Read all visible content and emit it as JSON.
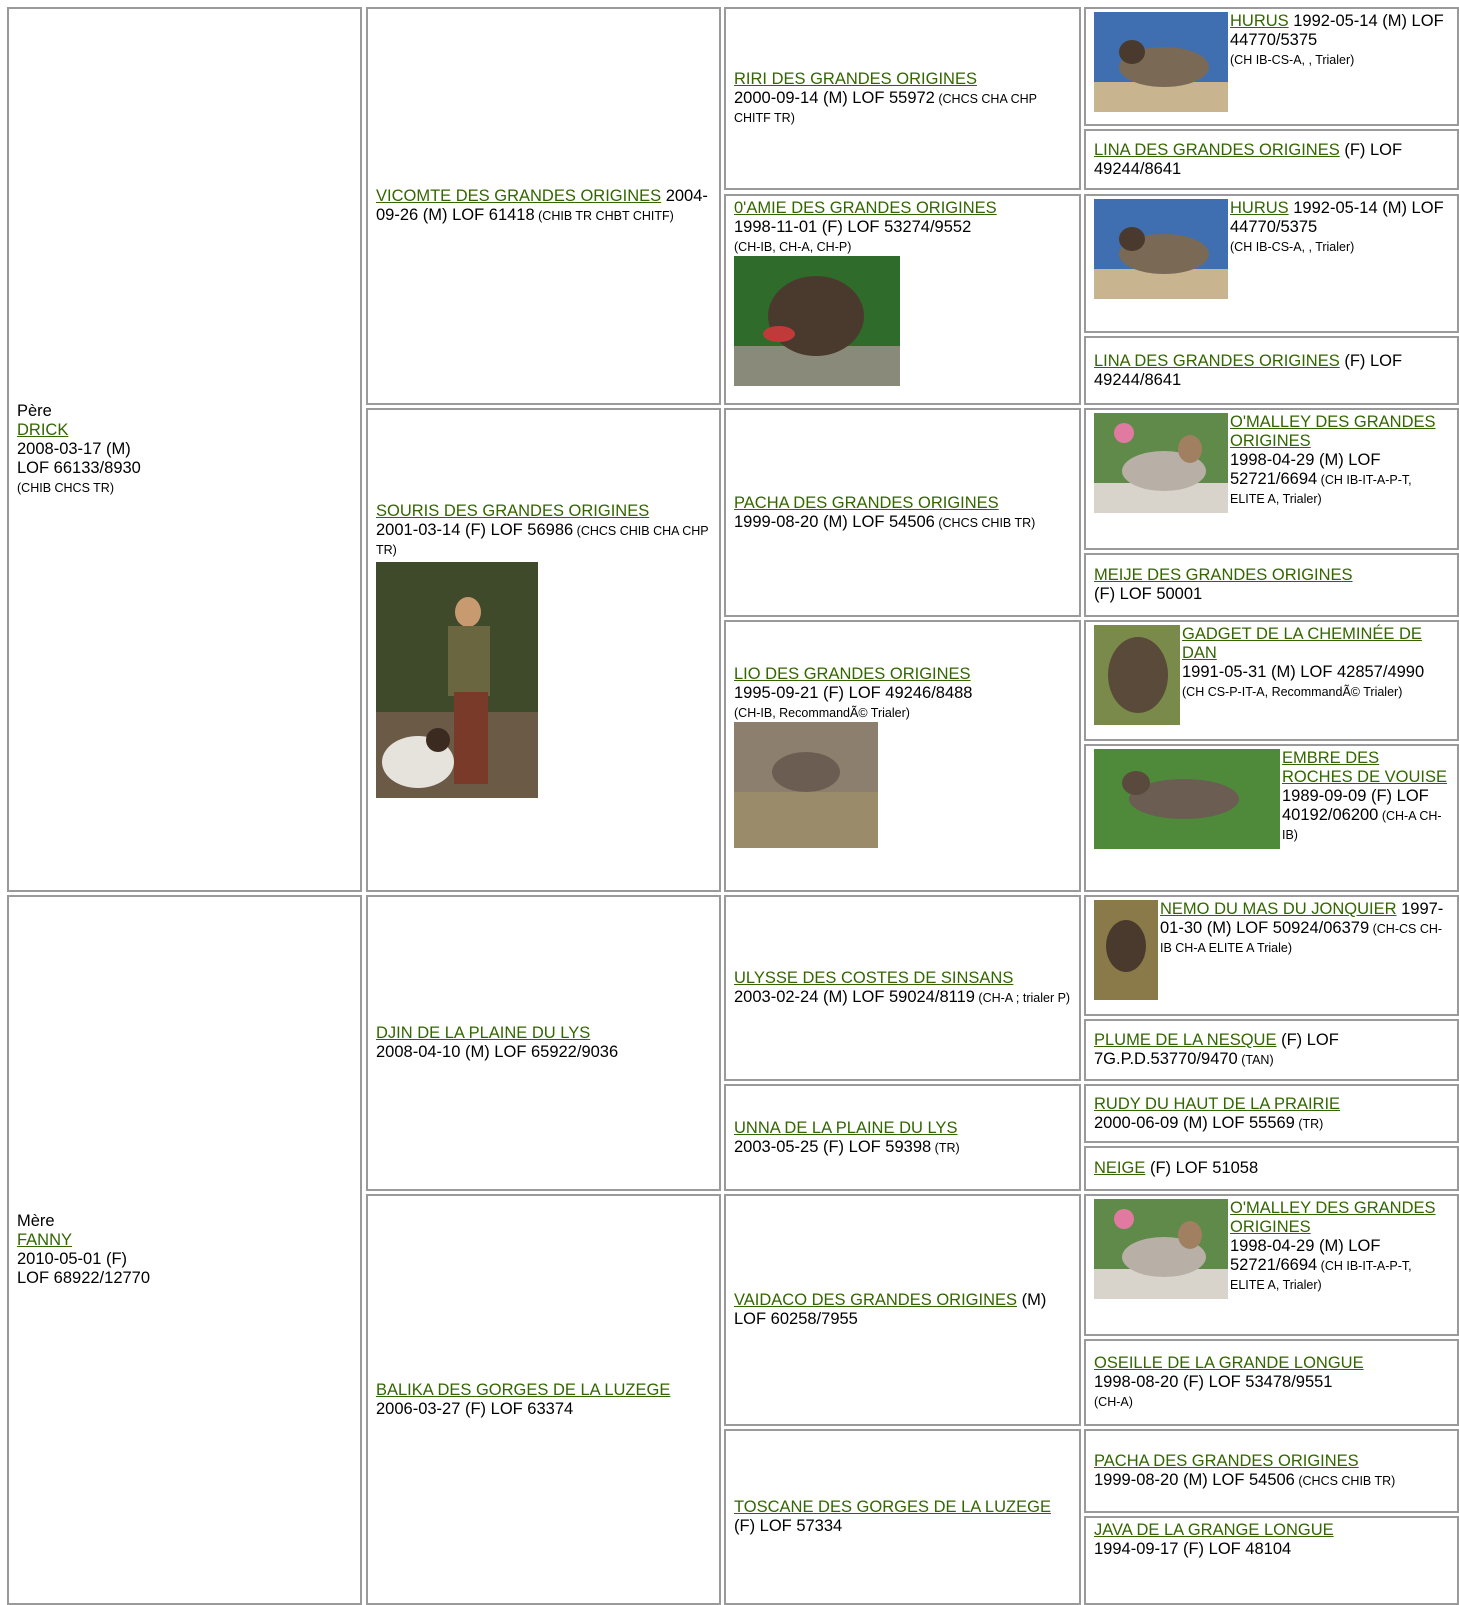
{
  "pere": {
    "role": "Père",
    "name": "DRICK",
    "date": "2008-03-17 (M)",
    "reg": "LOF 66133/8930",
    "titles": "(CHIB CHCS TR)"
  },
  "mere": {
    "role": "Mère",
    "name": "FANNY",
    "date": "2010-05-01 (F)",
    "reg": "LOF 68922/12770"
  },
  "g2": [
    {
      "name": "VICOMTE DES GRANDES ORIGINES",
      "info": " 2004-09-26 (M) LOF 61418",
      "titles": " (CHIB TR CHBT CHITF)"
    },
    {
      "name": "SOURIS DES GRANDES ORIGINES",
      "info": "2001-03-14 (F) LOF 56986",
      "titles": " (CHCS CHIB CHA CHP TR)"
    },
    {
      "name": "DJIN DE LA PLAINE DU LYS",
      "info": "2008-04-10 (M) LOF 65922/9036",
      "titles": ""
    },
    {
      "name": "BALIKA DES GORGES DE LA LUZEGE",
      "info": " 2006-03-27 (F) LOF 63374",
      "titles": ""
    }
  ],
  "g3": [
    {
      "name": "RIRI DES GRANDES ORIGINES",
      "info": "2000-09-14 (M) LOF 55972",
      "titles": " (CHCS CHA CHP CHITF TR)"
    },
    {
      "name": "0'AMIE DES GRANDES ORIGINES",
      "info": "1998-11-01 (F) LOF 53274/9552",
      "titles": "(CH-IB, CH-A, CH-P)"
    },
    {
      "name": "PACHA DES GRANDES ORIGINES",
      "info": "1999-08-20 (M) LOF 54506",
      "titles": " (CHCS CHIB TR)"
    },
    {
      "name": "LIO DES GRANDES ORIGINES",
      "info": "1995-09-21 (F) LOF 49246/8488",
      "titles": "(CH-IB, RecommandÃ© Trialer)"
    },
    {
      "name": "ULYSSE DES COSTES DE SINSANS",
      "info": "2003-02-24 (M) LOF 59024/8119",
      "titles": " (CH-A ; trialer P)"
    },
    {
      "name": "UNNA DE LA PLAINE DU LYS",
      "info": "2003-05-25 (F) LOF 59398",
      "titles": " (TR)"
    },
    {
      "name": "VAIDACO DES GRANDES ORIGINES",
      "info": " (M) LOF 60258/7955",
      "titles": ""
    },
    {
      "name": "TOSCANE DES GORGES DE LA LUZEGE",
      "info": " (F) LOF 57334",
      "titles": ""
    }
  ],
  "g4": [
    {
      "name": "HURUS",
      "info": " 1992-05-14 (M) LOF 44770/5375",
      "titles": "(CH IB-CS-A, , Trialer)",
      "photo": "dog-photo"
    },
    {
      "name": "LINA DES GRANDES ORIGINES",
      "info": " (F) LOF 49244/8641",
      "titles": ""
    },
    {
      "name": "HURUS",
      "info": " 1992-05-14 (M) LOF 44770/5375",
      "titles": "(CH IB-CS-A, , Trialer)",
      "photo": "dog-photo"
    },
    {
      "name": "LINA DES GRANDES ORIGINES",
      "info": " (F) LOF 49244/8641",
      "titles": ""
    },
    {
      "name": "O'MALLEY DES GRANDES ORIGINES",
      "info": "1998-04-29 (M) LOF 52721/6694",
      "titles": " (CH IB-IT-A-P-T, ELITE A, Trialer)",
      "photo": "dog-photo"
    },
    {
      "name": "MEIJE DES GRANDES ORIGINES",
      "info": "(F) LOF 50001",
      "titles": ""
    },
    {
      "name": "GADGET DE LA CHEMINÉE DE DAN",
      "info": "1991-05-31 (M) LOF 42857/4990",
      "titles": " (CH CS-P-IT-A, RecommandÃ© Trialer)",
      "photo": "dog-photo"
    },
    {
      "name": "EMBRE DES ROCHES DE VOUISE",
      "info": "1989-09-09 (F) LOF 40192/06200",
      "titles": " (CH-A CH-IB)",
      "photo": "dog-photo"
    },
    {
      "name": "NEMO DU MAS DU JONQUIER",
      "info": " 1997-01-30 (M) LOF 50924/06379",
      "titles": " (CH-CS CH-IB CH-A ELITE A Triale)",
      "photo": "dog-photo"
    },
    {
      "name": "PLUME DE LA NESQUE",
      "info": " (F) LOF 7G.P.D.53770/9470",
      "titles": " (TAN)"
    },
    {
      "name": "RUDY DU HAUT DE LA PRAIRIE",
      "info": "2000-06-09 (M) LOF 55569",
      "titles": " (TR)"
    },
    {
      "name": "NEIGE",
      "info": " (F) LOF 51058",
      "titles": ""
    },
    {
      "name": "O'MALLEY DES GRANDES ORIGINES",
      "info": "1998-04-29 (M) LOF 52721/6694",
      "titles": " (CH IB-IT-A-P-T, ELITE A, Trialer)",
      "photo": "dog-photo"
    },
    {
      "name": "OSEILLE DE LA GRANDE LONGUE",
      "info": "1998-08-20 (F) LOF 53478/9551",
      "titles": " (CH-A)"
    },
    {
      "name": "PACHA DES GRANDES ORIGINES",
      "info": "1999-08-20 (M) LOF 54506",
      "titles": " (CHCS CHIB TR)"
    },
    {
      "name": "JAVA DE LA GRANGE LONGUE",
      "info": "1994-09-17 (F) LOF 48104",
      "titles": ""
    }
  ],
  "photos": {
    "g3_1": "dog-photo",
    "g2_1": "person-with-dog-photo",
    "g3_3": "dog-photo"
  }
}
